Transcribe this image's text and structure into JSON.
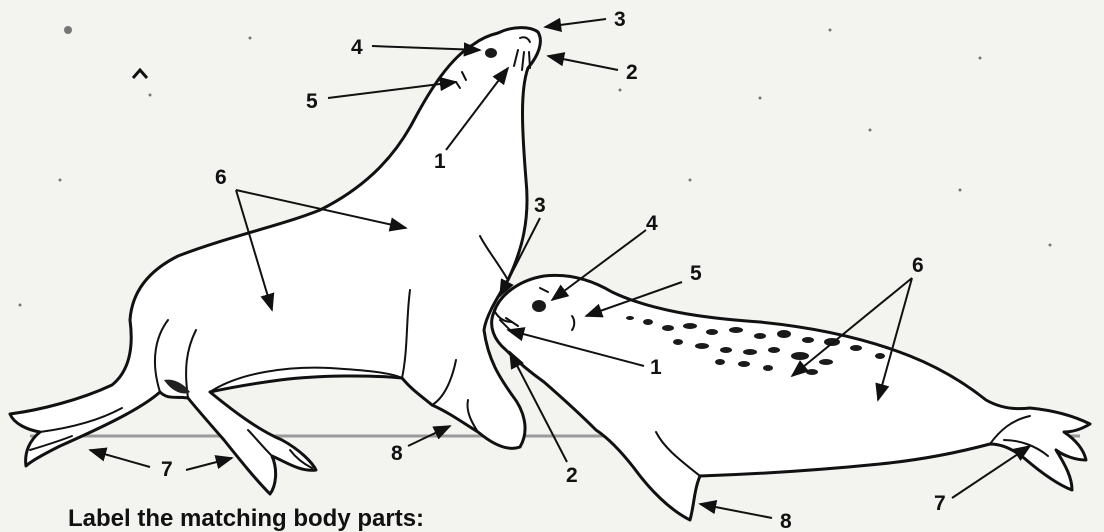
{
  "caption": "Label the matching body parts:",
  "sea_lion_labels": [
    "1",
    "2",
    "3",
    "4",
    "5",
    "6",
    "7",
    "8"
  ],
  "seal_labels": [
    "1",
    "2",
    "3",
    "4",
    "5",
    "6",
    "7",
    "8"
  ]
}
